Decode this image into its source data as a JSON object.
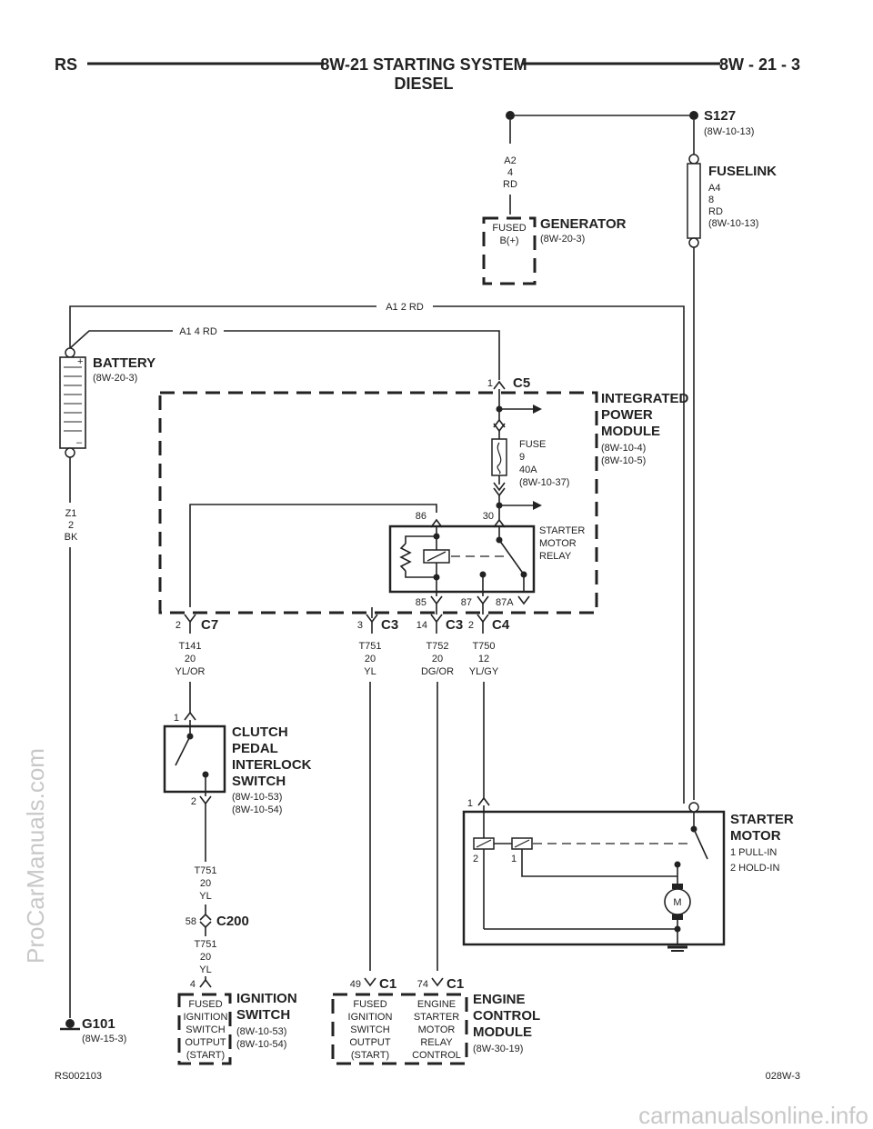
{
  "header": {
    "left_code": "RS",
    "title_line1": "8W-21 STARTING SYSTEM",
    "title_line2": "DIESEL",
    "page_ref": "8W - 21 - 3"
  },
  "splice": {
    "name": "S127",
    "ref": "(8W-10-13)"
  },
  "generator": {
    "title": "GENERATOR",
    "ref": "(8W-20-3)",
    "pin_line1": "FUSED",
    "pin_line2": "B(+)",
    "wire": {
      "circuit": "A2",
      "gauge": "4",
      "color": "RD"
    }
  },
  "fuselink": {
    "title": "FUSELINK",
    "circuit": "A4",
    "gauge": "8",
    "color": "RD",
    "ref": "(8W-10-13)"
  },
  "wires": {
    "a1_2": "A1   2 RD",
    "a1_4": "A1   4 RD"
  },
  "battery": {
    "title": "BATTERY",
    "ref": "(8W-20-3)",
    "plus": "+",
    "minus": "–",
    "ground_wire": {
      "circuit": "Z1",
      "gauge": "2",
      "color": "BK"
    }
  },
  "ipm": {
    "title_line1": "INTEGRATED",
    "title_line2": "POWER",
    "title_line3": "MODULE",
    "ref1": "(8W-10-4)",
    "ref2": "(8W-10-5)",
    "c5_pin": "1",
    "c5": "C5",
    "fuse": {
      "label": "FUSE",
      "number": "9",
      "rating": "40A",
      "ref": "(8W-10-37)"
    },
    "relay": {
      "line1": "STARTER",
      "line2": "MOTOR",
      "line3": "RELAY",
      "pin86": "86",
      "pin30": "30",
      "pin85": "85",
      "pin87": "87",
      "pin87a": "87A"
    }
  },
  "connectors": {
    "c7_pin": "2",
    "c7": "C7",
    "c3a_pin": "3",
    "c3a": "C3",
    "c3b_pin": "14",
    "c3b": "C3",
    "c4_pin": "2",
    "c4": "C4"
  },
  "circuits": {
    "t141": {
      "circuit": "T141",
      "gauge": "20",
      "color": "YL/OR"
    },
    "t751": {
      "circuit": "T751",
      "gauge": "20",
      "color": "YL"
    },
    "t752": {
      "circuit": "T752",
      "gauge": "20",
      "color": "DG/OR"
    },
    "t750": {
      "circuit": "T750",
      "gauge": "12",
      "color": "YL/GY"
    },
    "t751_lower": {
      "circuit": "T751",
      "gauge": "20",
      "color": "YL"
    },
    "t751_bottom": {
      "circuit": "T751",
      "gauge": "20",
      "color": "YL"
    }
  },
  "clutch": {
    "title_line1": "CLUTCH",
    "title_line2": "PEDAL",
    "title_line3": "INTERLOCK",
    "title_line4": "SWITCH",
    "ref1": "(8W-10-53)",
    "ref2": "(8W-10-54)",
    "pin_top": "1",
    "pin_bottom": "2"
  },
  "c200": {
    "pin": "58",
    "name": "C200"
  },
  "starter": {
    "title_line1": "STARTER",
    "title_line2": "MOTOR",
    "note1": "1 PULL-IN",
    "note2": "2 HOLD-IN",
    "pin_top": "1",
    "coil2": "2",
    "coil1": "1",
    "motor": "M"
  },
  "ignition": {
    "pin": "4",
    "title_line1": "IGNITION",
    "title_line2": "SWITCH",
    "ref1": "(8W-10-53)",
    "ref2": "(8W-10-54)",
    "box_line1": "FUSED",
    "box_line2": "IGNITION",
    "box_line3": "SWITCH",
    "box_line4": "OUTPUT",
    "box_line5": "(START)"
  },
  "ecm": {
    "pin49": "49",
    "c1a": "C1",
    "pin74": "74",
    "c1b": "C1",
    "title_line1": "ENGINE",
    "title_line2": "CONTROL",
    "title_line3": "MODULE",
    "ref": "(8W-30-19)",
    "a_line1": "FUSED",
    "a_line2": "IGNITION",
    "a_line3": "SWITCH",
    "a_line4": "OUTPUT",
    "a_line5": "(START)",
    "b_line1": "ENGINE",
    "b_line2": "STARTER",
    "b_line3": "MOTOR",
    "b_line4": "RELAY",
    "b_line5": "CONTROL"
  },
  "ground": {
    "name": "G101",
    "ref": "(8W-15-3)"
  },
  "footer": {
    "left_id": "RS002103",
    "right_id": "028W-3"
  },
  "watermarks": {
    "side": "ProCarManuals.com",
    "bottom": "carmanualsonline.info"
  }
}
